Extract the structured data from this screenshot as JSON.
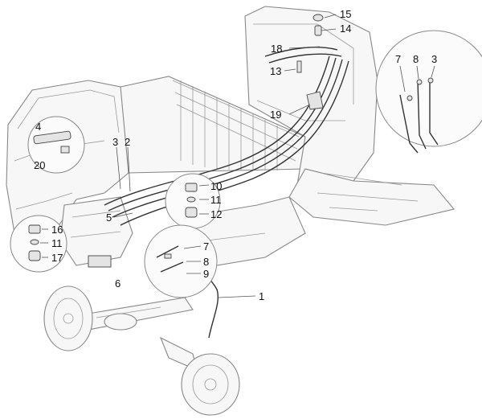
{
  "diagram": {
    "callouts": [
      {
        "id": "c15",
        "text": "15"
      },
      {
        "id": "c14",
        "text": "14"
      },
      {
        "id": "c18",
        "text": "18"
      },
      {
        "id": "c13",
        "text": "13"
      },
      {
        "id": "c19",
        "text": "19"
      },
      {
        "id": "c7a",
        "text": "7"
      },
      {
        "id": "c8a",
        "text": "8"
      },
      {
        "id": "c3a",
        "text": "3"
      },
      {
        "id": "c4",
        "text": "4"
      },
      {
        "id": "c20",
        "text": "20"
      },
      {
        "id": "c3b",
        "text": "3"
      },
      {
        "id": "c2",
        "text": "2"
      },
      {
        "id": "c10",
        "text": "10"
      },
      {
        "id": "c11a",
        "text": "11"
      },
      {
        "id": "c12",
        "text": "12"
      },
      {
        "id": "c16",
        "text": "16"
      },
      {
        "id": "c11b",
        "text": "11"
      },
      {
        "id": "c17",
        "text": "17"
      },
      {
        "id": "c5",
        "text": "5"
      },
      {
        "id": "c7b",
        "text": "7"
      },
      {
        "id": "c8b",
        "text": "8"
      },
      {
        "id": "c9",
        "text": "9"
      },
      {
        "id": "c6",
        "text": "6"
      },
      {
        "id": "c1",
        "text": "1"
      }
    ]
  }
}
